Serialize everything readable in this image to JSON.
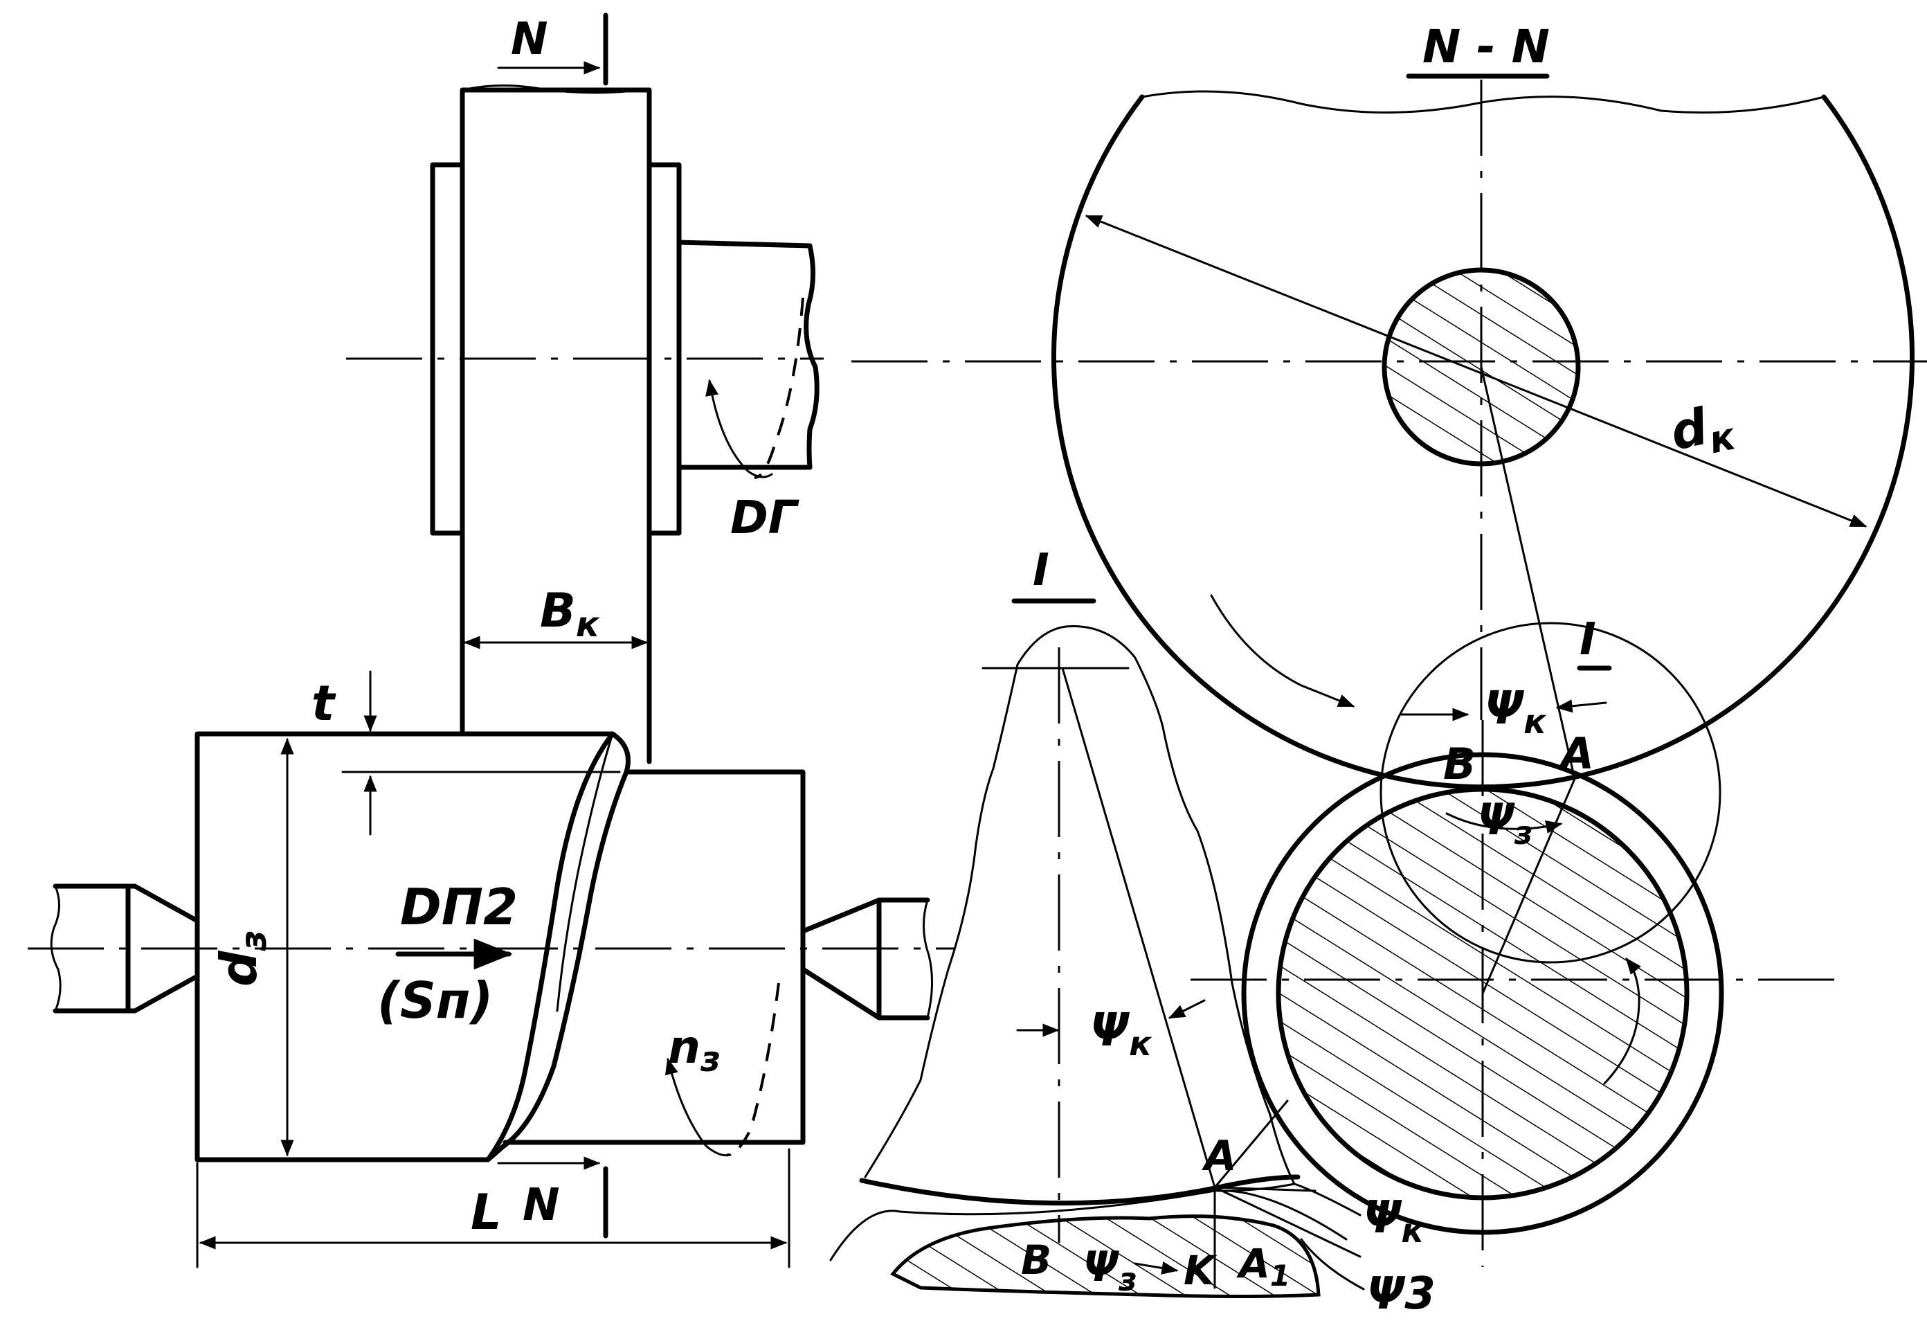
{
  "labels": {
    "section_mark_top": "N",
    "section_mark_bottom": "N",
    "section_title": "N - N",
    "wheel_movement": "DГ",
    "wheel_width": "B",
    "wheel_width_sub": "к",
    "depth": "t",
    "workpiece_diameter": "d",
    "workpiece_diameter_sub": "з",
    "longitudinal_feed": "DП2",
    "feed_symbol": "(Sп)",
    "workpiece_rotation": "n",
    "workpiece_rotation_sub": "з",
    "length": "L",
    "wheel_diameter": "d",
    "wheel_diameter_sub": "к",
    "detail_mark_left": "I",
    "detail_mark_right": "I",
    "psi_k_contact": "Ψ",
    "psi_k_contact_sub": "к",
    "psi_3_contact": "Ψ",
    "psi_3_contact_sub": "з",
    "point_B_contact": "B",
    "point_A_contact": "A",
    "psi_k_detail": "Ψ",
    "psi_k_detail_sub": "к",
    "point_A_detail": "A",
    "psi_k_callout": "Ψ",
    "psi_k_callout_sub": "к",
    "psi_3_callout": "Ψ3",
    "point_B_detail": "B",
    "psi_3_detail": "Ψ",
    "psi_3_detail_sub": "з",
    "point_K_detail": "K",
    "point_A1_detail": "A",
    "point_A1_detail_sub": "1"
  }
}
